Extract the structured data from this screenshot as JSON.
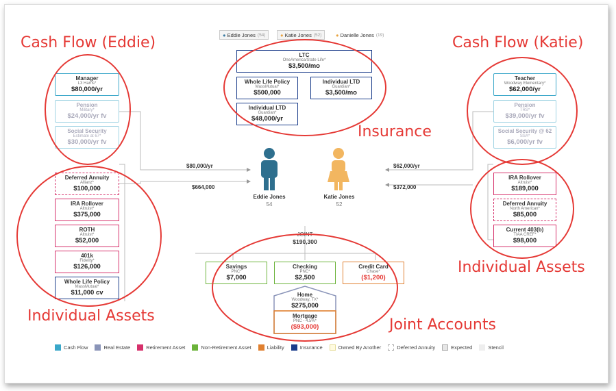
{
  "annotations": {
    "cashflow_eddie": "Cash Flow (Eddie)",
    "cashflow_katie": "Cash Flow (Katie)",
    "insurance": "Insurance",
    "individual_assets_left": "Individual Assets",
    "individual_assets_right": "Individual Assets",
    "joint_accounts": "Joint Accounts"
  },
  "people_tabs": [
    {
      "name": "Eddie Jones",
      "age": "(54)"
    },
    {
      "name": "Katie Jones",
      "age": "(52)"
    },
    {
      "name": "Danielle Jones",
      "age": "(19)"
    }
  ],
  "eddie": {
    "name": "Eddie Jones",
    "age": "54",
    "cash_flow": [
      {
        "title": "Manager",
        "sub": "L3 Harris*",
        "value": "$80,000/yr"
      },
      {
        "title": "Pension",
        "sub": "Military*",
        "value": "$24,000/yr fv"
      },
      {
        "title": "Social Security",
        "sub": "Estimate at 67*",
        "value": "$30,000/yr fv"
      }
    ],
    "assets": [
      {
        "title": "Deferred Annuity",
        "sub": "Allianz*",
        "value": "$100,000"
      },
      {
        "title": "IRA Rollover",
        "sub": "Altruist*",
        "value": "$375,000"
      },
      {
        "title": "ROTH",
        "sub": "Altruist*",
        "value": "$52,000"
      },
      {
        "title": "401k",
        "sub": "Fidelity*",
        "value": "$126,000"
      },
      {
        "title": "Whole Life Policy",
        "sub": "MassMutual*",
        "value": "$11,000 cv"
      }
    ],
    "income_label": "$80,000/yr",
    "assets_label": "$664,000"
  },
  "katie": {
    "name": "Katie Jones",
    "age": "52",
    "cash_flow": [
      {
        "title": "Teacher",
        "sub": "Woodway Elementary*",
        "value": "$62,000/yr"
      },
      {
        "title": "Pension",
        "sub": "TRS*",
        "value": "$39,000/yr fv"
      },
      {
        "title": "Social Security @ 62",
        "sub": "SSA*",
        "value": "$6,000/yr fv"
      }
    ],
    "assets": [
      {
        "title": "IRA Rollover",
        "sub": "Altruist*",
        "value": "$189,000"
      },
      {
        "title": "Deferred Annuity",
        "sub": "North American*",
        "value": "$85,000"
      },
      {
        "title": "Current 403(b)",
        "sub": "TIAA CREF*",
        "value": "$98,000"
      }
    ],
    "income_label": "$62,000/yr",
    "assets_label": "$372,000"
  },
  "insurance": {
    "ltc": {
      "title": "LTC",
      "sub": "OneAmerica/State Life*",
      "value": "$3,500/mo"
    },
    "whole_life": {
      "title": "Whole Life Policy",
      "sub": "MassMutual*",
      "value": "$500,000"
    },
    "ltd_katie": {
      "title": "Individual LTD",
      "sub": "Guardian*",
      "value": "$3,500/mo"
    },
    "ltd_eddie": {
      "title": "Individual LTD",
      "sub": "Guardian*",
      "value": "$48,000/yr"
    }
  },
  "joint": {
    "label": "JOINT",
    "total": "$190,300",
    "savings": {
      "title": "Savings",
      "sub": "PNC*",
      "value": "$7,000"
    },
    "checking": {
      "title": "Checking",
      "sub": "PNC*",
      "value": "$2,500"
    },
    "credit": {
      "title": "Credit Card",
      "sub": "Chase*",
      "value": "($1,200)"
    },
    "home": {
      "title": "Home",
      "sub": "Woodway, TX*",
      "value": "$275,000"
    },
    "mortgage": {
      "title": "Mortgage",
      "sub": "PNC - 4.5%*",
      "value": "($93,000)"
    }
  },
  "legend": [
    {
      "label": "Cash Flow",
      "color": "#3aa7c9"
    },
    {
      "label": "Real Estate",
      "color": "#8a94b8"
    },
    {
      "label": "Retirement Asset",
      "color": "#d6306b"
    },
    {
      "label": "Non-Retirement Asset",
      "color": "#6bb33a"
    },
    {
      "label": "Liability",
      "color": "#e08030"
    },
    {
      "label": "Insurance",
      "color": "#1a3c8a"
    },
    {
      "label": "Owned By Another",
      "color": "#f3f0c8"
    },
    {
      "label": "Deferred Annuity",
      "color": "#dddddd"
    },
    {
      "label": "Expected",
      "color": "#e6e6e6"
    },
    {
      "label": "Stencil",
      "color": "#eeeeee"
    }
  ],
  "colors": {
    "annotation": "#e53935",
    "eddie_figure": "#2e6f8e",
    "katie_figure": "#f2b660"
  }
}
